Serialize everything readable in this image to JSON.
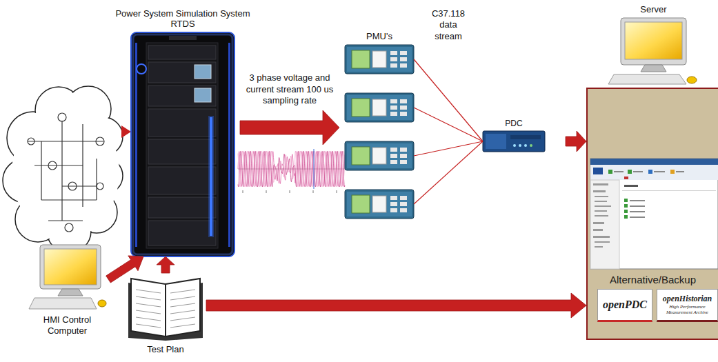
{
  "diagram": {
    "nodes": [
      {
        "text": [
          "Power System Simulation System RTDS"
        ]
      },
      {
        "text": [
          "PMU's"
        ]
      },
      {
        "text": [
          "PDC"
        ]
      },
      {
        "text": [
          "Server"
        ]
      },
      {
        "text": [
          "Alternative/Backup"
        ]
      },
      {
        "text": [
          "openPDC"
        ],
        "in": 4
      },
      {
        "text": [
          "openHistorian",
          "High Performance Measurement Archive"
        ],
        "in": 4
      },
      {
        "text": [
          "HMI Control Computer"
        ]
      },
      {
        "text": [
          "Test Plan"
        ]
      }
    ],
    "edges": [
      {
        "from": 0,
        "to": 1,
        "arrow": "to",
        "label": "3 phase voltage and current stream 100 us sampling rate"
      },
      {
        "from": 1,
        "to": 2,
        "arrow": "none",
        "label": "C37.118 data stream"
      },
      {
        "from": 2,
        "to": 4,
        "arrow": "to"
      },
      {
        "from": 7,
        "to": 0,
        "arrow": "to"
      },
      {
        "from": 8,
        "to": 0,
        "arrow": "to"
      },
      {
        "from": 8,
        "to": 4,
        "arrow": "to"
      }
    ]
  }
}
